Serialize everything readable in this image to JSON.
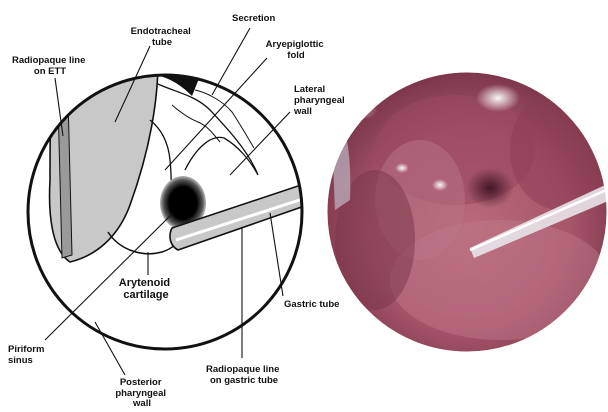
{
  "labels": {
    "endotracheal_tube": [
      "Endotracheal",
      "tube"
    ],
    "secretion": [
      "Secretion"
    ],
    "radiopaque_ett": [
      "Radiopaque line",
      "on ETT"
    ],
    "aryepiglottic_fold": [
      "Aryepiglottic",
      "fold"
    ],
    "lateral_pharyngeal_wall": [
      "Lateral",
      "pharyngeal",
      "wall"
    ],
    "arytenoid_cartilage": [
      "Arytenoid",
      "cartilage"
    ],
    "gastric_tube": [
      "Gastric tube"
    ],
    "piriform_sinus": [
      "Piriform",
      "sinus"
    ],
    "posterior_pharyngeal_wall": [
      "Posterior",
      "pharyngeal",
      "wall"
    ],
    "radiopaque_gastric": [
      "Radiopaque line",
      "on gastric tube"
    ]
  },
  "colors": {
    "outline": "#111111",
    "tube_fill": "#c8c8c8",
    "photo_base": "#a8566a",
    "photo_dark": "#5a2235"
  }
}
